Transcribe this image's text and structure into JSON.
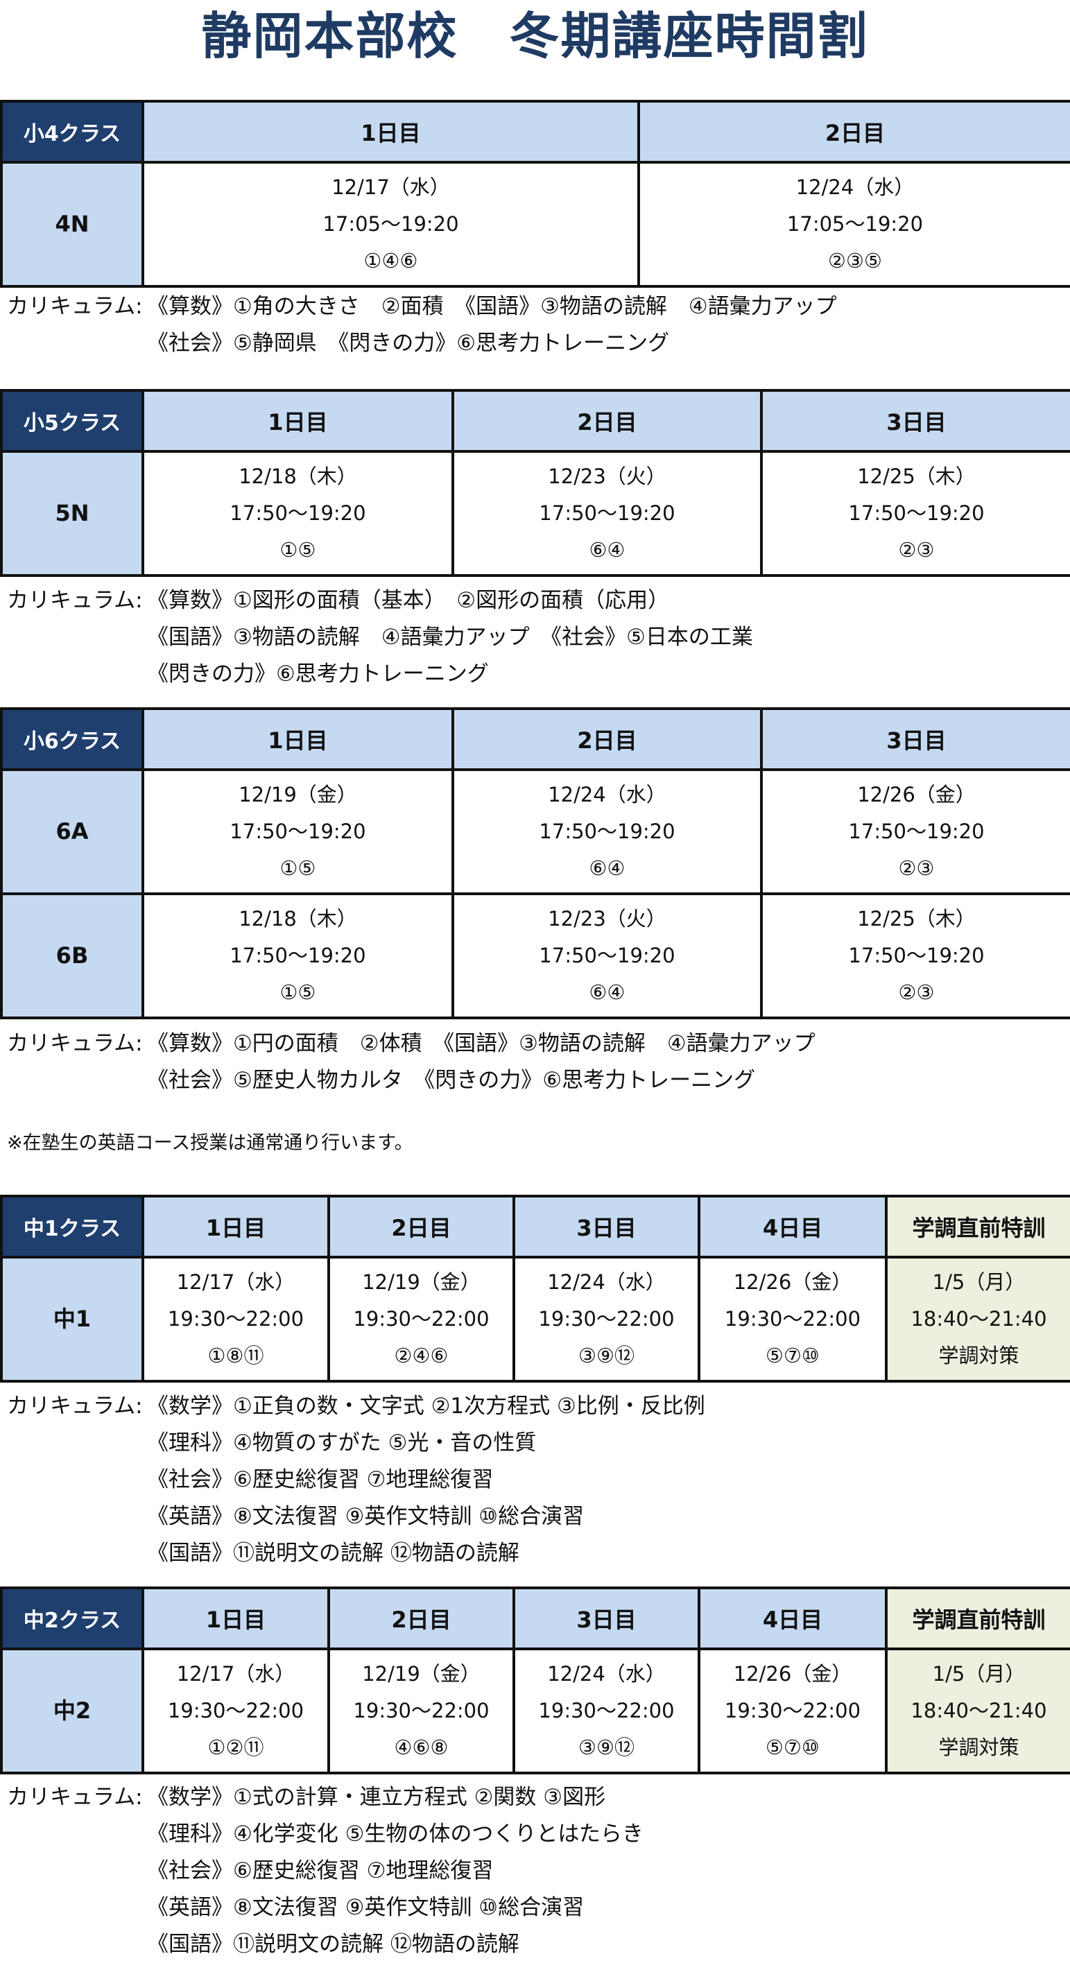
{
  "title": "静岡本部校　冬期講座時間割",
  "curriculum_label": "カリキュラム:",
  "note": "※在塾生の英語コース授業は通常通り行います。",
  "colors": {
    "title": "#1f3b63",
    "class_header": "#1f3f6e",
    "header": "#c5d9f1",
    "special": "#ebf1de"
  },
  "sections": [
    {
      "class_label": "小4クラス",
      "columns": [
        "1日目",
        "2日目"
      ],
      "rows": [
        {
          "label": "4N",
          "cells": [
            [
              "12/17（水）",
              "17:05〜19:20",
              "①④⑥"
            ],
            [
              "12/24（水）",
              "17:05〜19:20",
              "②③⑤"
            ]
          ]
        }
      ],
      "curriculum": [
        "《算数》①角の大きさ　②面積　《国語》③物語の読解　④語彙力アップ",
        "《社会》⑤静岡県　《閃きの力》⑥思考力トレーニング"
      ]
    },
    {
      "class_label": "小5クラス",
      "columns": [
        "1日目",
        "2日目",
        "3日目"
      ],
      "rows": [
        {
          "label": "5N",
          "cells": [
            [
              "12/18（木）",
              "17:50〜19:20",
              "①⑤"
            ],
            [
              "12/23（火）",
              "17:50〜19:20",
              "⑥④"
            ],
            [
              "12/25（木）",
              "17:50〜19:20",
              "②③"
            ]
          ]
        }
      ],
      "curriculum": [
        "《算数》①図形の面積（基本）　②図形の面積（応用）",
        "《国語》③物語の読解　④語彙力アップ　《社会》⑤日本の工業",
        "《閃きの力》⑥思考力トレーニング"
      ]
    },
    {
      "class_label": "小6クラス",
      "columns": [
        "1日目",
        "2日目",
        "3日目"
      ],
      "rows": [
        {
          "label": "6A",
          "cells": [
            [
              "12/19（金）",
              "17:50〜19:20",
              "①⑤"
            ],
            [
              "12/24（水）",
              "17:50〜19:20",
              "⑥④"
            ],
            [
              "12/26（金）",
              "17:50〜19:20",
              "②③"
            ]
          ]
        },
        {
          "label": "6B",
          "cells": [
            [
              "12/18（木）",
              "17:50〜19:20",
              "①⑤"
            ],
            [
              "12/23（火）",
              "17:50〜19:20",
              "⑥④"
            ],
            [
              "12/25（木）",
              "17:50〜19:20",
              "②③"
            ]
          ]
        }
      ],
      "curriculum": [
        "《算数》①円の面積　②体積　《国語》③物語の読解　④語彙力アップ",
        "《社会》⑤歴史人物カルタ　《閃きの力》⑥思考力トレーニング"
      ]
    },
    {
      "class_label": "中1クラス",
      "columns": [
        "1日目",
        "2日目",
        "3日目",
        "4日目",
        "学調直前特訓"
      ],
      "special_last": true,
      "rows": [
        {
          "label": "中1",
          "cells": [
            [
              "12/17（水）",
              "19:30〜22:00",
              "①⑧⑪"
            ],
            [
              "12/19（金）",
              "19:30〜22:00",
              "②④⑥"
            ],
            [
              "12/24（水）",
              "19:30〜22:00",
              "③⑨⑫"
            ],
            [
              "12/26（金）",
              "19:30〜22:00",
              "⑤⑦⑩"
            ],
            [
              "1/5（月）",
              "18:40〜21:40",
              "学調対策"
            ]
          ]
        }
      ],
      "curriculum": [
        "《数学》①正負の数・文字式 ②1次方程式 ③比例・反比例",
        "《理科》④物質のすがた ⑤光・音の性質",
        "《社会》⑥歴史総復習 ⑦地理総復習",
        "《英語》⑧文法復習 ⑨英作文特訓 ⑩総合演習",
        "《国語》⑪説明文の読解 ⑫物語の読解"
      ]
    },
    {
      "class_label": "中2クラス",
      "columns": [
        "1日目",
        "2日目",
        "3日目",
        "4日目",
        "学調直前特訓"
      ],
      "special_last": true,
      "rows": [
        {
          "label": "中2",
          "cells": [
            [
              "12/17（水）",
              "19:30〜22:00",
              "①②⑪"
            ],
            [
              "12/19（金）",
              "19:30〜22:00",
              "④⑥⑧"
            ],
            [
              "12/24（水）",
              "19:30〜22:00",
              "③⑨⑫"
            ],
            [
              "12/26（金）",
              "19:30〜22:00",
              "⑤⑦⑩"
            ],
            [
              "1/5（月）",
              "18:40〜21:40",
              "学調対策"
            ]
          ]
        }
      ],
      "curriculum": [
        "《数学》①式の計算・連立方程式 ②関数 ③図形",
        "《理科》④化学変化 ⑤生物の体のつくりとはたらき",
        "《社会》⑥歴史総復習 ⑦地理総復習",
        "《英語》⑧文法復習 ⑨英作文特訓 ⑩総合演習",
        "《国語》⑪説明文の読解 ⑫物語の読解"
      ]
    }
  ]
}
